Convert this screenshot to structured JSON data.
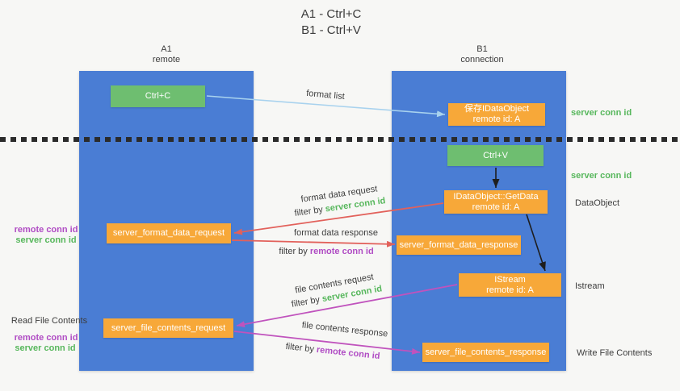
{
  "title": {
    "line1": "A1 - Ctrl+C",
    "line2": "B1 - Ctrl+V"
  },
  "lifelines": {
    "left": {
      "name": "A1",
      "role": "remote"
    },
    "right": {
      "name": "B1",
      "role": "connection"
    }
  },
  "nodes": {
    "ctrl_c": {
      "label": "Ctrl+C"
    },
    "save_idataobject": {
      "line1": "保存IDataObject",
      "line2": "remote id: A"
    },
    "ctrl_v": {
      "label": "Ctrl+V"
    },
    "getdata": {
      "line1": "IDataObject::GetData",
      "line2": "remote id: A"
    },
    "format_request": {
      "label": "server_format_data_request"
    },
    "format_response": {
      "label": "server_format_data_response"
    },
    "istream": {
      "line1": "IStream",
      "line2": "remote id: A"
    },
    "file_request": {
      "label": "server_file_contents_request"
    },
    "file_response": {
      "label": "server_file_contents_response"
    }
  },
  "flows": {
    "format_list": {
      "label": "format list"
    },
    "format_data_request": {
      "label": "format data request",
      "filter_prefix": "filter by ",
      "filter_key": "server conn id"
    },
    "format_data_response": {
      "label": "format data response",
      "filter_prefix": "filter by ",
      "filter_key": "remote conn id"
    },
    "file_contents_request": {
      "label": "file contents request",
      "filter_prefix": "filter by ",
      "filter_key": "server conn id"
    },
    "file_contents_response": {
      "label": "file contents response",
      "filter_prefix": "filter by ",
      "filter_key": "remote conn id"
    }
  },
  "side_labels": {
    "left_top_remote": "remote conn id",
    "left_top_server": "server conn id",
    "read_file_contents": "Read File Contents",
    "left_bottom_remote": "remote conn id",
    "left_bottom_server": "server conn id",
    "right_server_conn_1": "server conn id",
    "right_server_conn_2": "server conn id",
    "dataobject": "DataObject",
    "istream": "Istream",
    "write_file_contents": "Write File Contents"
  },
  "colors": {
    "lifeline_blue": "#4a7dd4",
    "node_orange": "#f7a839",
    "node_green": "#6ebe70",
    "server_conn_green": "#57b75c",
    "remote_conn_purple": "#b04cc4",
    "request_red": "#e2615b",
    "contents_magenta": "#c053bd",
    "format_list_blue": "#a8d2ee",
    "text_dark": "#3d3d3d",
    "background": "#f7f7f5"
  }
}
